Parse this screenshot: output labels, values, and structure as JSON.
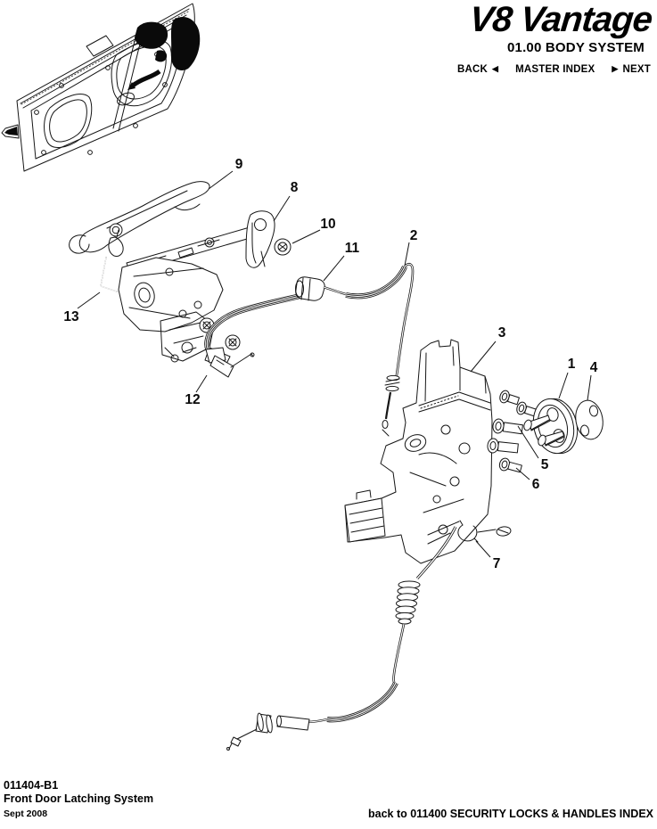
{
  "header": {
    "logo": "V8 Vantage",
    "section_title": "01.00 BODY SYSTEM",
    "nav": {
      "back_label": "BACK",
      "back_icon": "◀",
      "master_index_label": "MASTER INDEX",
      "next_icon": "▶",
      "next_label": "NEXT"
    }
  },
  "diagram": {
    "callouts": [
      {
        "number": "1"
      },
      {
        "number": "2"
      },
      {
        "number": "3"
      },
      {
        "number": "4"
      },
      {
        "number": "5"
      },
      {
        "number": "6"
      },
      {
        "number": "7"
      },
      {
        "number": "8"
      },
      {
        "number": "9"
      },
      {
        "number": "10"
      },
      {
        "number": "11"
      },
      {
        "number": "12"
      },
      {
        "number": "13"
      }
    ]
  },
  "footer": {
    "doc_number": "011404-B1",
    "doc_title": "Front Door Latching System",
    "date": "Sept 2008",
    "back_link": "back to 011400 SECURITY LOCKS & HANDLES INDEX"
  }
}
